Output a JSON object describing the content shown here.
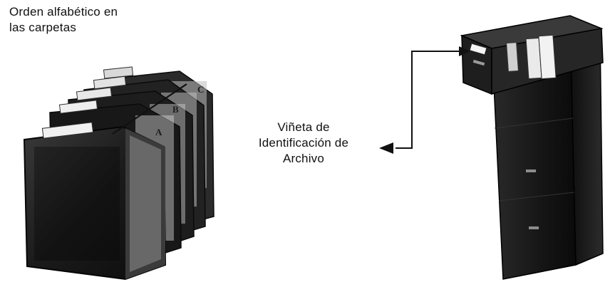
{
  "labels": {
    "folders": {
      "line1": "Orden alfabético en",
      "line2": "las carpetas"
    },
    "cabinet_tag": {
      "line1": "Viñeta de",
      "line2": "Identificación de",
      "line3": "Archivo"
    }
  },
  "folder_tabs": [
    "C",
    "B",
    "A"
  ],
  "colors": {
    "ink": "#111111",
    "folder_dark": "#1c1c1c",
    "cabinet_dark": "#141414",
    "paper": "#e8e8e8"
  }
}
